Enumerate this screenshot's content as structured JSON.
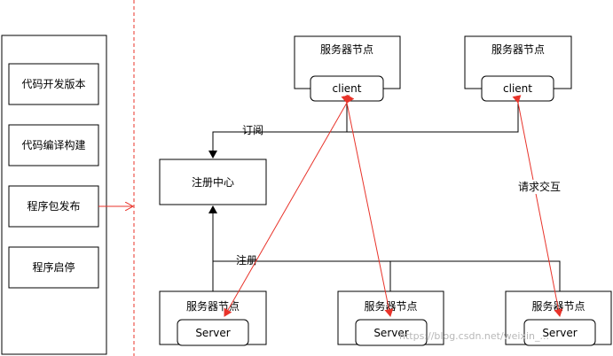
{
  "pipeline": {
    "steps": [
      "代码开发版本",
      "代码编译构建",
      "程序包发布",
      "程序启停"
    ]
  },
  "top_nodes": [
    {
      "title": "服务器节点",
      "inner": "client"
    },
    {
      "title": "服务器节点",
      "inner": "client"
    }
  ],
  "registry": {
    "label": "注册中心"
  },
  "bottom_nodes": [
    {
      "title": "服务器节点",
      "inner": "Server"
    },
    {
      "title": "服务器节点",
      "inner": "Server"
    },
    {
      "title": "服务器节点",
      "inner": "Server"
    }
  ],
  "edge_labels": {
    "subscribe": "订阅",
    "register": "注册",
    "request": "请求交互"
  },
  "colors": {
    "line": "#000000",
    "request": "#e8332a",
    "divider": "#e8332a"
  },
  "watermark": "https://blog.csdn.net/weixin_..."
}
